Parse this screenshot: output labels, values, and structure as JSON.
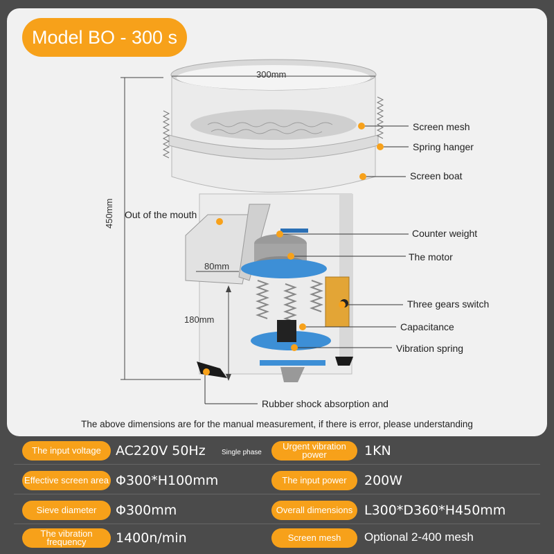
{
  "title": "Model BO - 300 s",
  "dimensions": {
    "top": "300mm",
    "height": "450mm",
    "outlet": "80mm",
    "lower": "180mm"
  },
  "callouts": [
    "Screen mesh",
    "Spring hanger",
    "Screen boat",
    "Out of the mouth",
    "Counter weight",
    "The motor",
    "Three gears switch",
    "Capacitance",
    "Vibration spring",
    "Rubber shock absorption and"
  ],
  "note": "The above dimensions are for the manual measurement, if there is error, please understanding",
  "specs": [
    {
      "label": "The input voltage",
      "value": "AC220V  50Hz",
      "sub": "Single phase"
    },
    {
      "label": "Urgent vibration power",
      "value": "1KN"
    },
    {
      "label": "Effective screen area",
      "value": "Φ300*H100mm"
    },
    {
      "label": "The input power",
      "value": "200W"
    },
    {
      "label": "Sieve diameter",
      "value": "Φ300mm"
    },
    {
      "label": "Overall dimensions",
      "value": "L300*D360*H450mm"
    },
    {
      "label": "The vibration frequency",
      "value": "1400n/min"
    },
    {
      "label": "Screen mesh",
      "value": "Optional 2-400 mesh"
    }
  ],
  "colors": {
    "accent": "#f7a11a",
    "panel": "#f1f1f1",
    "background": "#4b4b4b",
    "motor_mount": "#3d8fd6"
  }
}
